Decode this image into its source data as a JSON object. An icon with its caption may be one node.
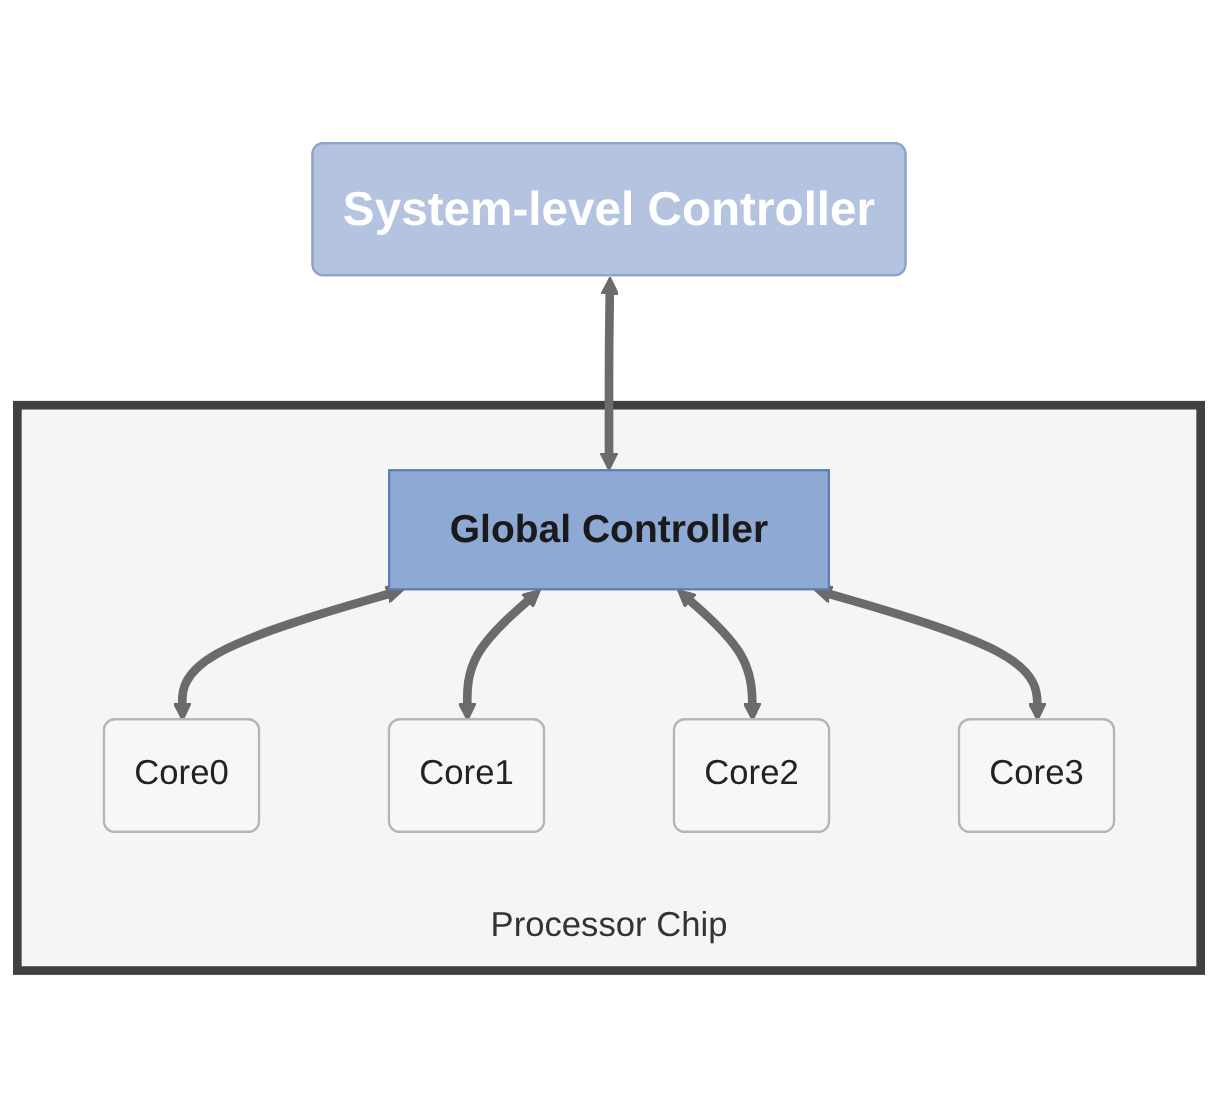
{
  "diagram": {
    "nodes": [
      {
        "text": [
          "System-level Controller"
        ]
      },
      {
        "text": [
          "Processor Chip"
        ]
      },
      {
        "text": [
          "Global Controller"
        ],
        "in": 1
      },
      {
        "text": [
          "Core0"
        ],
        "in": 1
      },
      {
        "text": [
          "Core1"
        ],
        "in": 1
      },
      {
        "text": [
          "Core2"
        ],
        "in": 1
      },
      {
        "text": [
          "Core3"
        ],
        "in": 1
      }
    ],
    "edges": [
      {
        "from": 0,
        "to": 2,
        "arrow": "both"
      },
      {
        "from": 2,
        "to": 3,
        "arrow": "both"
      },
      {
        "from": 2,
        "to": 4,
        "arrow": "both"
      },
      {
        "from": 2,
        "to": 5,
        "arrow": "both"
      },
      {
        "from": 2,
        "to": 6,
        "arrow": "both"
      }
    ]
  }
}
